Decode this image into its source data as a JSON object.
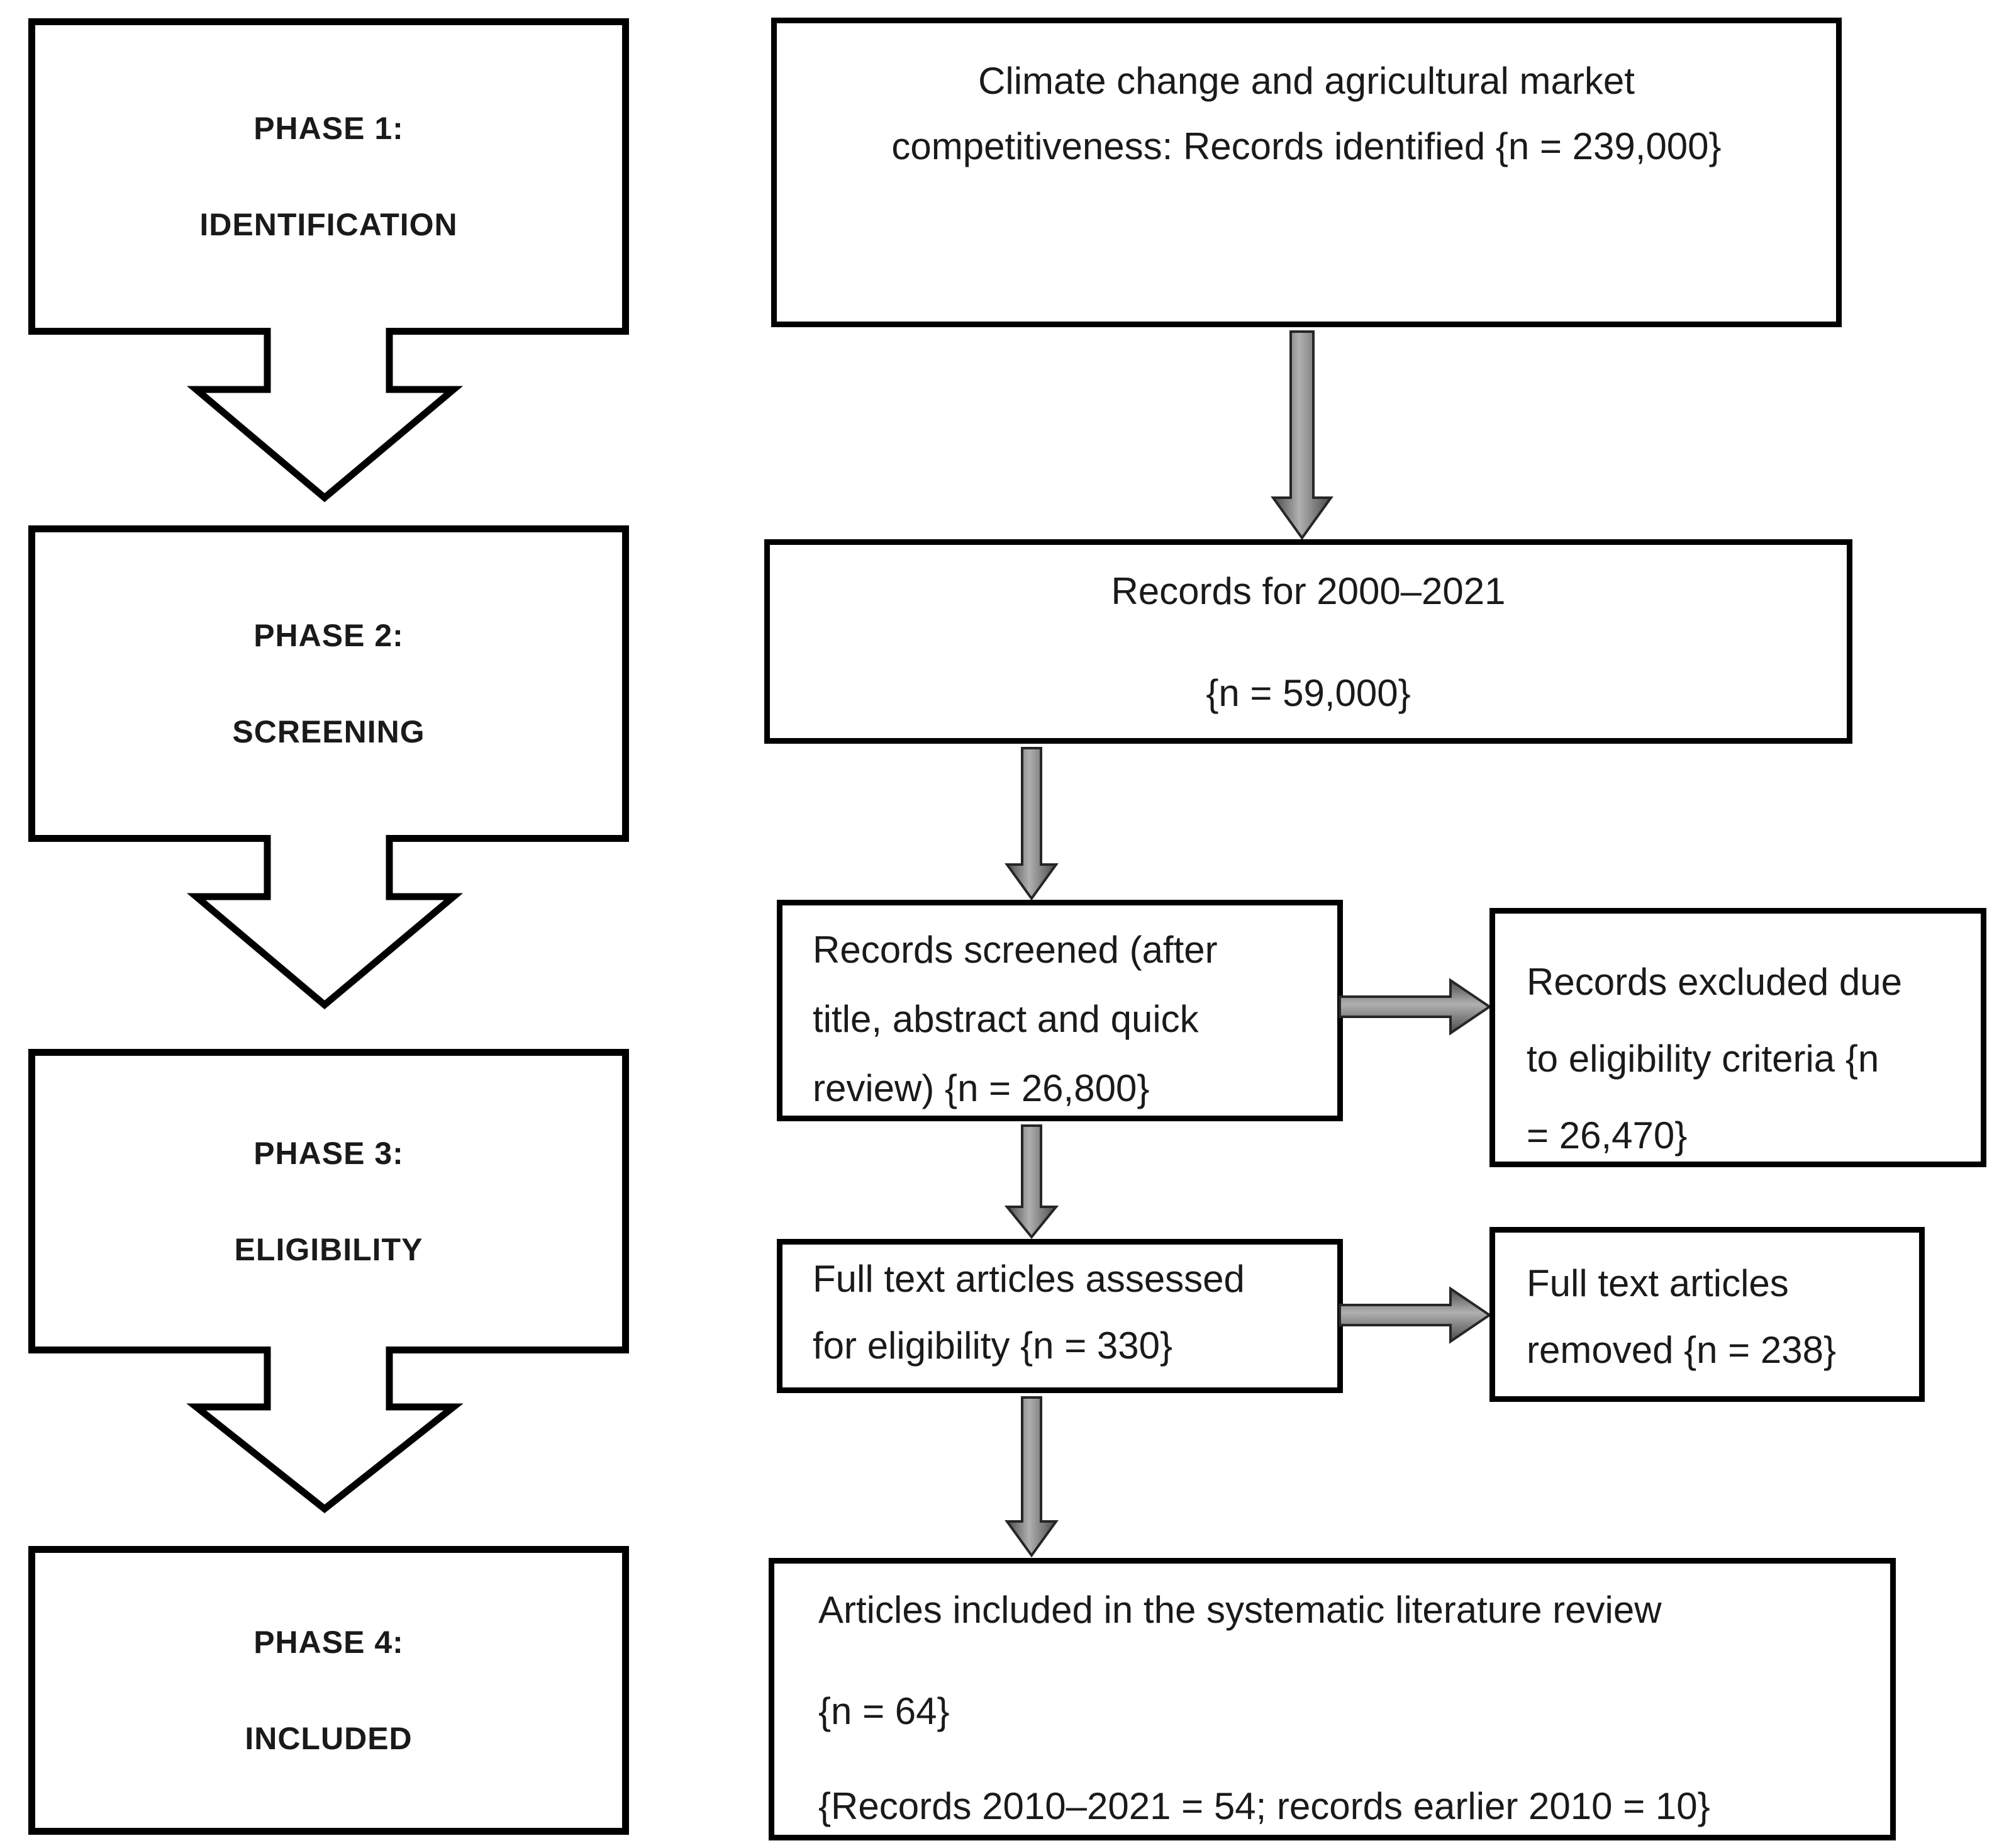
{
  "colors": {
    "bg": "#ffffff",
    "ink": "#000000",
    "text": "#1a1a1a",
    "box-fill": "#ffffff",
    "arrow-dark": "#4a4a4a",
    "arrow-light": "#b0b0b0",
    "arrow-stroke": "#262626"
  },
  "left_column": {
    "phases": [
      {
        "line1": "PHASE 1:",
        "line2": "IDENTIFICATION"
      },
      {
        "line1": "PHASE 2:",
        "line2": "SCREENING"
      },
      {
        "line1": "PHASE 3:",
        "line2": "ELIGIBILITY"
      },
      {
        "line1": "PHASE 4:",
        "line2": "INCLUDED"
      }
    ]
  },
  "right_column": {
    "identified": {
      "lines": [
        "Climate change and agricultural market",
        "competitiveness: Records identified {n = 239,000}"
      ],
      "n": "239,000"
    },
    "records_2000_2021": {
      "lines": [
        "Records for 2000–2021",
        "{n = 59,000}"
      ],
      "n": "59,000"
    },
    "screened": {
      "lines": [
        "Records screened (after",
        "title, abstract and quick",
        "review) {n = 26,800}"
      ],
      "n": "26,800"
    },
    "excluded": {
      "lines": [
        "Records excluded due",
        "to eligibility criteria {n",
        "= 26,470}"
      ],
      "n": "26,470"
    },
    "full_text_assessed": {
      "lines": [
        "Full text articles assessed",
        "for eligibility {n = 330}"
      ],
      "n": "330"
    },
    "full_text_removed": {
      "lines": [
        "Full text articles",
        "removed {n = 238}"
      ],
      "n": "238"
    },
    "included": {
      "lines": [
        "Articles included in the systematic literature review",
        "{n = 64}",
        "{Records 2010–2021 = 54; records earlier 2010 = 10}"
      ],
      "n": "64"
    }
  }
}
